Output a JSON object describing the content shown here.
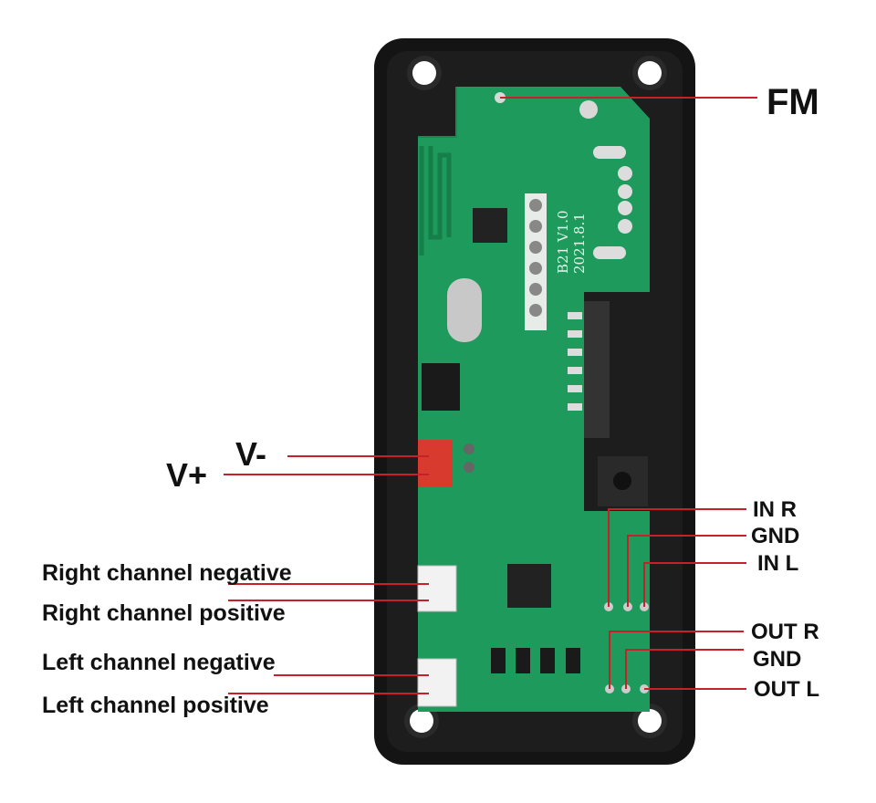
{
  "board": {
    "silkscreen_model": "B21 V1.0",
    "silkscreen_date": "2021.8.1"
  },
  "labels": {
    "fm": "FM",
    "v_minus": "V-",
    "v_plus": "V+",
    "in_r": "IN R",
    "gnd_in": "GND",
    "in_l": "IN L",
    "out_r": "OUT R",
    "gnd_out": "GND",
    "out_l": "OUT L",
    "right_neg": "Right channel negative",
    "right_pos": "Right channel positive",
    "left_neg": "Left channel negative",
    "left_pos": "Left channel positive"
  },
  "colors": {
    "pcb": "#1e9a5c",
    "enclosure": "#141414",
    "leader_line": "#c8202a",
    "connector_red": "#d93a2e"
  }
}
